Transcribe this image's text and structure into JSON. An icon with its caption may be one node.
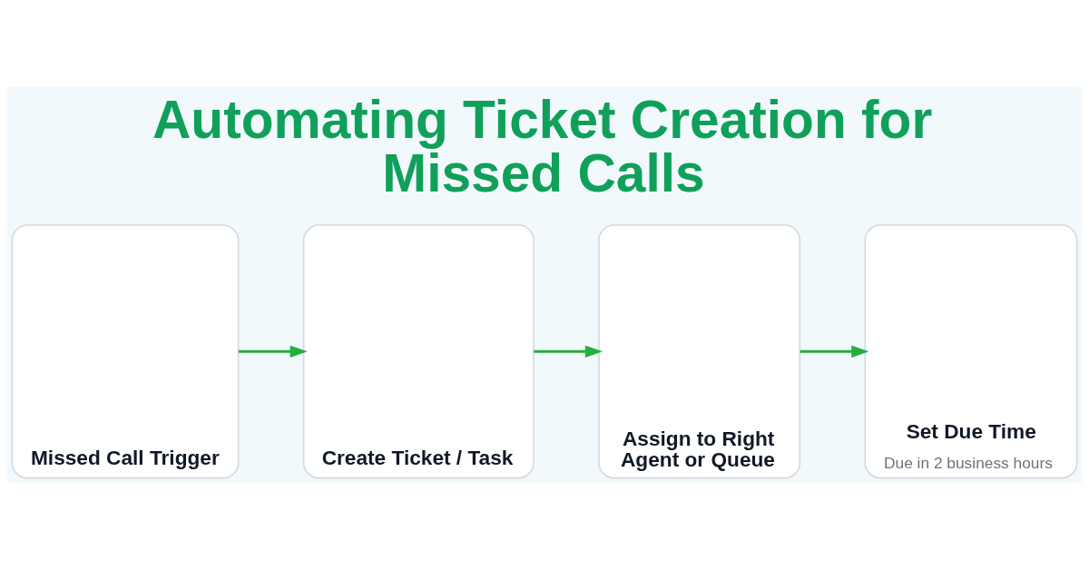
{
  "diagram": {
    "title": "Automating Ticket Creation for Missed Calls",
    "nodes": [
      {
        "text": [
          "Missed Call Trigger"
        ]
      },
      {
        "text": [
          "Create Ticket / Task"
        ]
      },
      {
        "text": [
          "Assign to Right Agent or Queue"
        ]
      },
      {
        "text": [
          "Set Due Time",
          "Due in 2 business hours"
        ]
      }
    ],
    "edges": [
      {
        "from": 0,
        "to": 1,
        "arrow": "to"
      },
      {
        "from": 1,
        "to": 2,
        "arrow": "to"
      },
      {
        "from": 2,
        "to": 3,
        "arrow": "to"
      }
    ]
  }
}
